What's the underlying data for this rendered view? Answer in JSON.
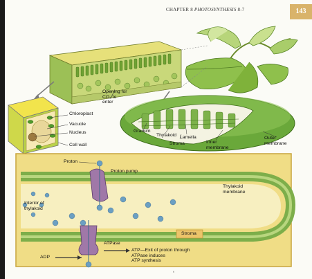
{
  "header": {
    "chapter": "CHAPTER 8",
    "subject": "PHOTOSYNTHESIS",
    "page_ref": "8-7",
    "page_number": "143"
  },
  "top_figure": {
    "opening_label": "Opening for\nCO₂ to\nenter",
    "cell_labels": {
      "chloroplast": "Chloroplast",
      "vacuole": "Vacuole",
      "nucleus": "Nucleus",
      "cell_wall": "Cell wall"
    },
    "chloroplast_labels": {
      "granum": "Granum",
      "thylakoid": "Thylakoid",
      "lamella": "Lamella",
      "stroma": "Stroma",
      "inner_membrane": "Inner\nmembrane",
      "outer_membrane": "Outer\nmembrane"
    }
  },
  "bottom_figure": {
    "proton": "Proton",
    "proton_pump": "Proton pump",
    "thylakoid_membrane": "Thylakoid\nmembrane",
    "interior": "Interior of\nthylakoid",
    "stroma": "Stroma",
    "atpase": "ATPase",
    "adp": "ADP",
    "atp_note": "ATP—Exit of proton through\nATPase induces\nATP synthesis"
  },
  "footer": {
    "mark": "‘"
  },
  "colors": {
    "leaf_green": "#7fb23a",
    "chloroplast_green": "#5f9c2c",
    "panel_bg": "#f0dd86",
    "panel_border": "#c8a43c",
    "membrane": "#7dae4a",
    "pump": "#a078a8",
    "proton": "#6b9fc2",
    "stroma_box": "#ecc46a",
    "badge": "#d9b36a"
  }
}
